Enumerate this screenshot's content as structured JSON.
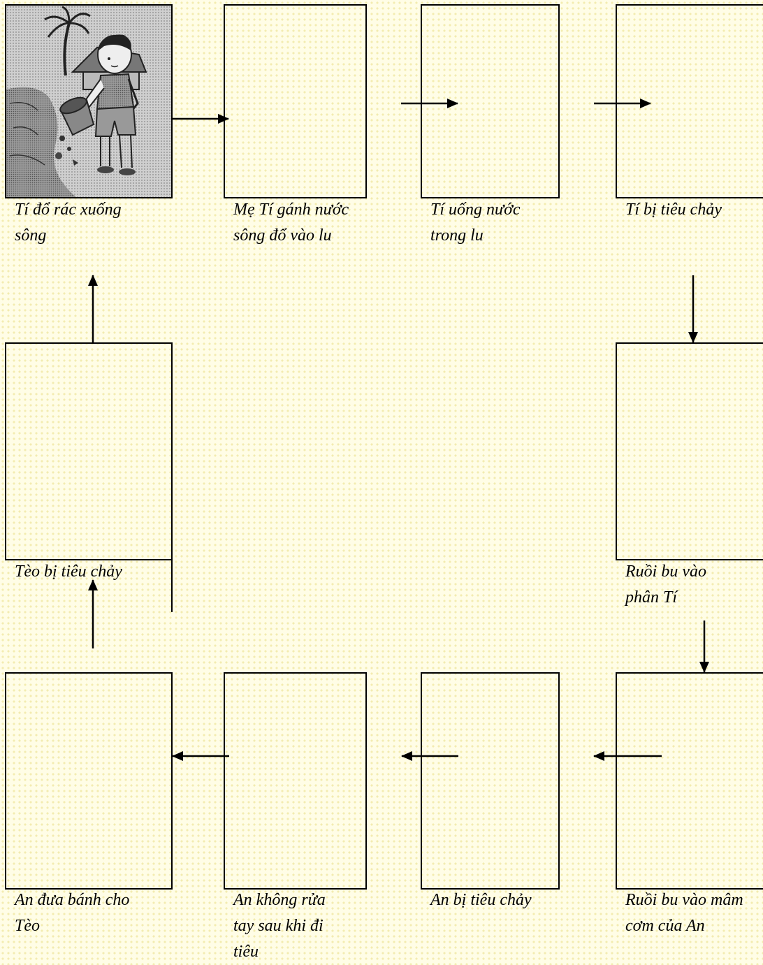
{
  "captions": {
    "c1": "Tí đổ rác xuống sông",
    "c2": "Mẹ Tí gánh nước sông đổ vào lu",
    "c3": "Tí uống nước trong lu",
    "c4": "Tí bị tiêu chảy",
    "c5": "Ruồi bu vào phân Tí",
    "c6": "Ruồi bu vào mâm cơm của An",
    "c7": "An bị tiêu chảy",
    "c8": "An không rửa tay sau khi đi tiêu",
    "c9": "An đưa bánh cho Tèo",
    "c10": "Tèo bị tiêu chảy"
  },
  "colors": {
    "background": "#fffde6",
    "dots": "#f3ecb0",
    "lines": "#000000"
  },
  "illustration": "boy-dumping-trash-into-river"
}
